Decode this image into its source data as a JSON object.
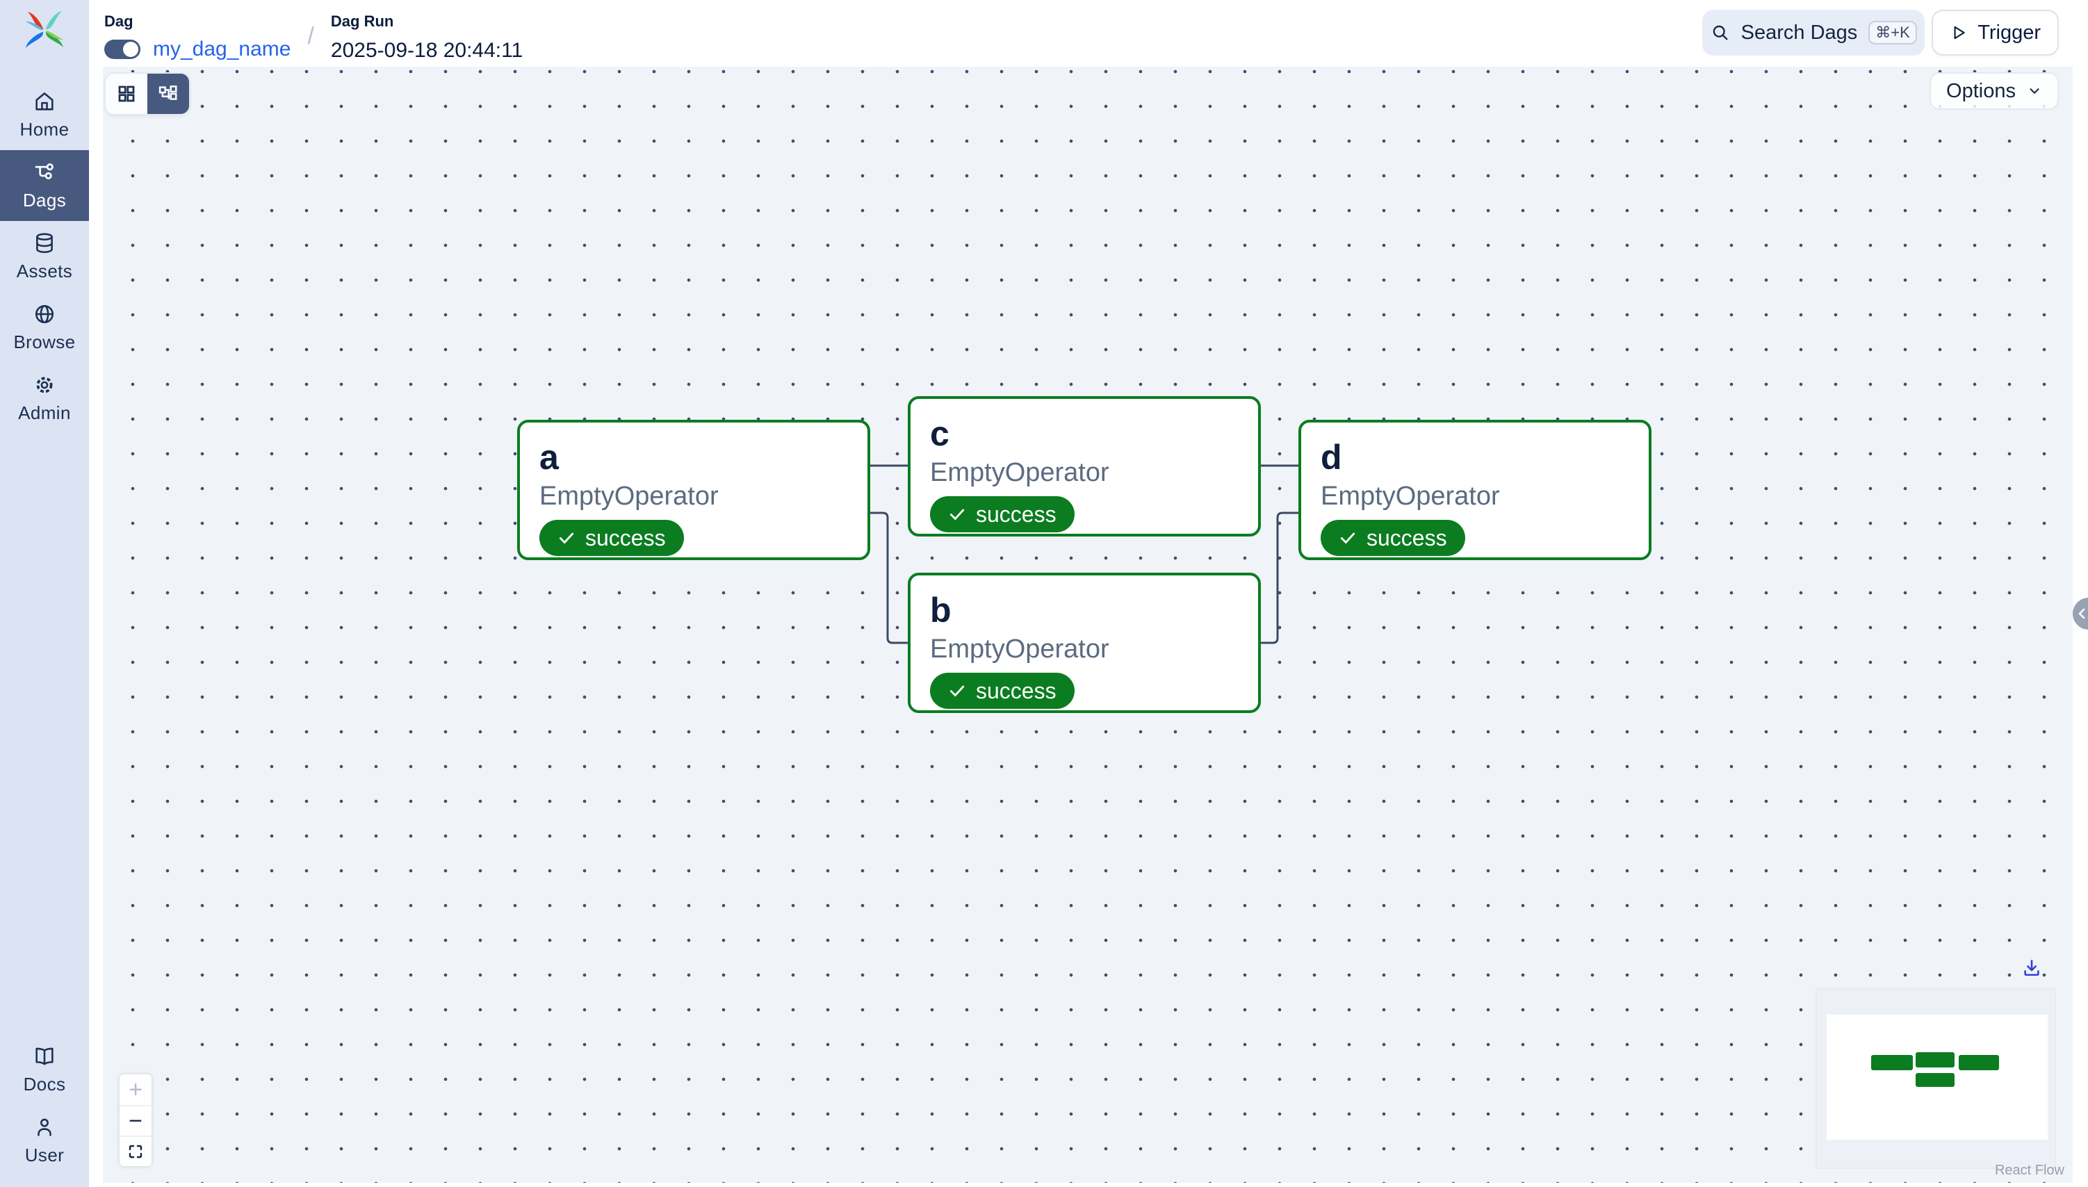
{
  "header": {
    "breadcrumb": {
      "dag_label": "Dag",
      "dag_name": "my_dag_name",
      "separator": "/",
      "dag_run_label": "Dag Run",
      "dag_run_timestamp": "2025-09-18 20:44:11",
      "dag_toggle_state": "on"
    },
    "search": {
      "label": "Search Dags",
      "shortcut": "⌘+K",
      "icon": "search-icon"
    },
    "trigger": {
      "label": "Trigger",
      "icon": "play-icon"
    }
  },
  "sidebar": {
    "items": [
      {
        "id": "home",
        "label": "Home",
        "icon": "home-icon",
        "active": false
      },
      {
        "id": "dags",
        "label": "Dags",
        "icon": "dag-graph-icon",
        "active": true
      },
      {
        "id": "assets",
        "label": "Assets",
        "icon": "database-icon",
        "active": false
      },
      {
        "id": "browse",
        "label": "Browse",
        "icon": "globe-icon",
        "active": false
      },
      {
        "id": "admin",
        "label": "Admin",
        "icon": "gear-icon",
        "active": false
      }
    ],
    "bottom_items": [
      {
        "id": "docs",
        "label": "Docs",
        "icon": "book-icon"
      },
      {
        "id": "user",
        "label": "User",
        "icon": "user-icon"
      }
    ]
  },
  "graph": {
    "options_label": "Options",
    "attribution": "React Flow",
    "view_modes": [
      "grid",
      "graph"
    ],
    "active_view_mode": "graph",
    "controls": {
      "zoom_in": "+",
      "zoom_out": "−",
      "fit_view": "fit-view-icon",
      "download": "download-icon"
    },
    "nodes": [
      {
        "id": "a",
        "title": "a",
        "operator": "EmptyOperator",
        "state": "success"
      },
      {
        "id": "c",
        "title": "c",
        "operator": "EmptyOperator",
        "state": "success"
      },
      {
        "id": "b",
        "title": "b",
        "operator": "EmptyOperator",
        "state": "success"
      },
      {
        "id": "d",
        "title": "d",
        "operator": "EmptyOperator",
        "state": "success"
      }
    ],
    "edges": [
      {
        "source": "a",
        "target": "c"
      },
      {
        "source": "a",
        "target": "b"
      },
      {
        "source": "c",
        "target": "d"
      },
      {
        "source": "b",
        "target": "d"
      }
    ]
  },
  "colors": {
    "success_green": "#0b7d20",
    "sidebar_bg": "#dce4f3",
    "sidebar_active": "#47597f",
    "link_blue": "#2563eb",
    "canvas_bg": "#f0f4f9",
    "edge": "#3b4a63",
    "download_blue": "#3143d3"
  }
}
